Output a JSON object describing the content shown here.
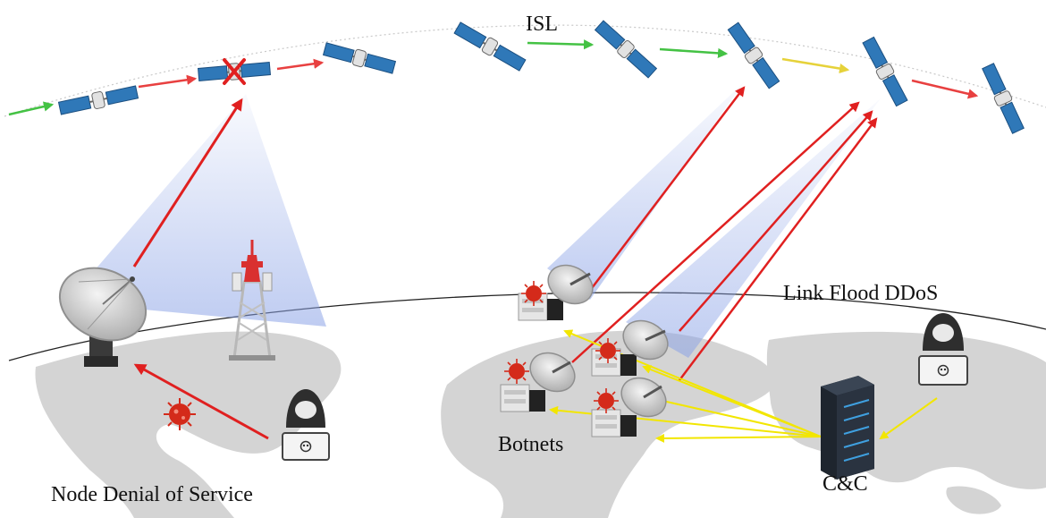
{
  "labels": {
    "isl": "ISL",
    "link_flood": "Link Flood DDoS",
    "botnets": "Botnets",
    "cc": "C&C",
    "node_dos": "Node Denial of Service"
  },
  "colors": {
    "attack_arrow": "#e02020",
    "control_arrow": "#f2e600",
    "isl_ok": "#44c244",
    "isl_degraded": "#e6d23a",
    "isl_attacked": "#e84040",
    "beam": "#8aa2e6",
    "land": "#d4d4d4",
    "virus": "#d42a1a",
    "satellite_panel": "#2f78b8",
    "hacker": "#2e2e2e",
    "server_rack": "#1e252e"
  },
  "icons": [
    "satellite-icon",
    "ground-station-dish-icon",
    "cell-tower-icon",
    "hacker-icon",
    "virus-icon",
    "server-rack-icon",
    "botnet-station-icon"
  ]
}
